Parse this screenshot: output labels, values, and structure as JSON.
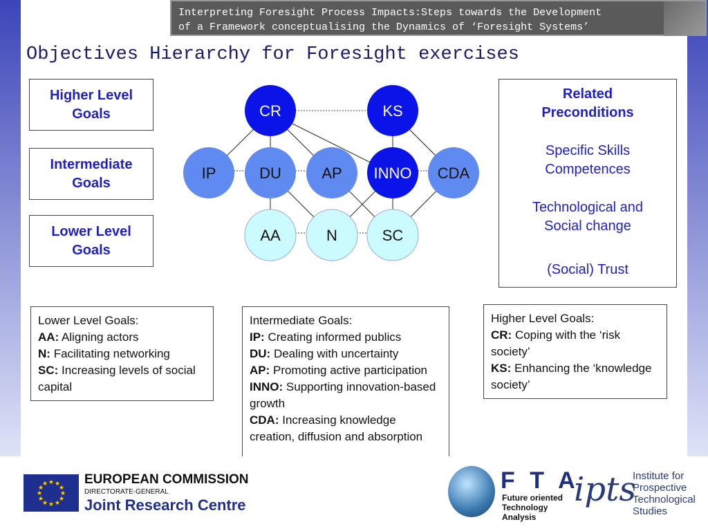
{
  "header": {
    "line1": "Interpreting Foresight Process Impacts:Steps towards the Development",
    "line2": "of a Framework conceptualising the Dynamics of ‘Foresight Systems’"
  },
  "title": "Objectives Hierarchy for Foresight exercises",
  "levels": {
    "higher": [
      "Higher Level",
      "Goals"
    ],
    "intermediate": [
      "Intermediate",
      "Goals"
    ],
    "lower": [
      "Lower Level",
      "Goals"
    ]
  },
  "nodes": [
    {
      "id": "CR",
      "label": "CR",
      "level": "higher"
    },
    {
      "id": "KS",
      "label": "KS",
      "level": "higher"
    },
    {
      "id": "IP",
      "label": "IP",
      "level": "intermediate"
    },
    {
      "id": "DU",
      "label": "DU",
      "level": "intermediate"
    },
    {
      "id": "AP",
      "label": "AP",
      "level": "intermediate"
    },
    {
      "id": "INNO",
      "label": "INNO",
      "level": "intermediate"
    },
    {
      "id": "CDA",
      "label": "CDA",
      "level": "intermediate"
    },
    {
      "id": "AA",
      "label": "AA",
      "level": "lower"
    },
    {
      "id": "N",
      "label": "N",
      "level": "lower"
    },
    {
      "id": "SC",
      "label": "SC",
      "level": "lower"
    }
  ],
  "colors": {
    "dark_node": "#0a14e8",
    "mid_node": "#5f8af0",
    "light_node": "#ccfbff",
    "goal_text": "#1f1fc8",
    "title_text": "#1a1a6a"
  },
  "related": {
    "title": [
      "Related",
      "Preconditions"
    ],
    "items": [
      [
        "Specific Skills",
        "Competences"
      ],
      [
        "Technological and",
        "Social change"
      ],
      [
        "(Social) Trust"
      ]
    ]
  },
  "desc_lower": {
    "heading": "Lower Level Goals:",
    "items": [
      {
        "key": "AA:",
        "text": "Aligning actors"
      },
      {
        "key": "N:",
        "text": "Facilitating networking"
      },
      {
        "key": "SC:",
        "text": "Increasing levels of social capital"
      }
    ]
  },
  "desc_intermediate": {
    "heading": "Intermediate Goals:",
    "items": [
      {
        "key": "IP:",
        "text": "Creating informed publics"
      },
      {
        "key": "DU:",
        "text": "Dealing with uncertainty"
      },
      {
        "key": "AP:",
        "text": "Promoting active participation"
      },
      {
        "key": "INNO:",
        "text": "Supporting innovation-based growth"
      },
      {
        "key": "CDA:",
        "text": "Increasing knowledge creation, diffusion and absorption"
      }
    ]
  },
  "desc_higher": {
    "heading": "Higher Level Goals:",
    "items": [
      {
        "key": "CR:",
        "text": "Coping with the ‘risk society’"
      },
      {
        "key": "KS:",
        "text": "Enhancing the ‘knowledge society’"
      }
    ]
  },
  "footer": {
    "ec_name": "EUROPEAN COMMISSION",
    "ec_dg": "DIRECTORATE-GENERAL",
    "ec_jrc": "Joint Research Centre",
    "fta_logo": "F T A",
    "fta_lines": [
      "Future oriented",
      "Technology",
      "Analysis"
    ],
    "ipts_logo": "ipts",
    "ipts_lines": [
      "Institute for",
      "Prospective",
      "Technological",
      "Studies"
    ]
  }
}
